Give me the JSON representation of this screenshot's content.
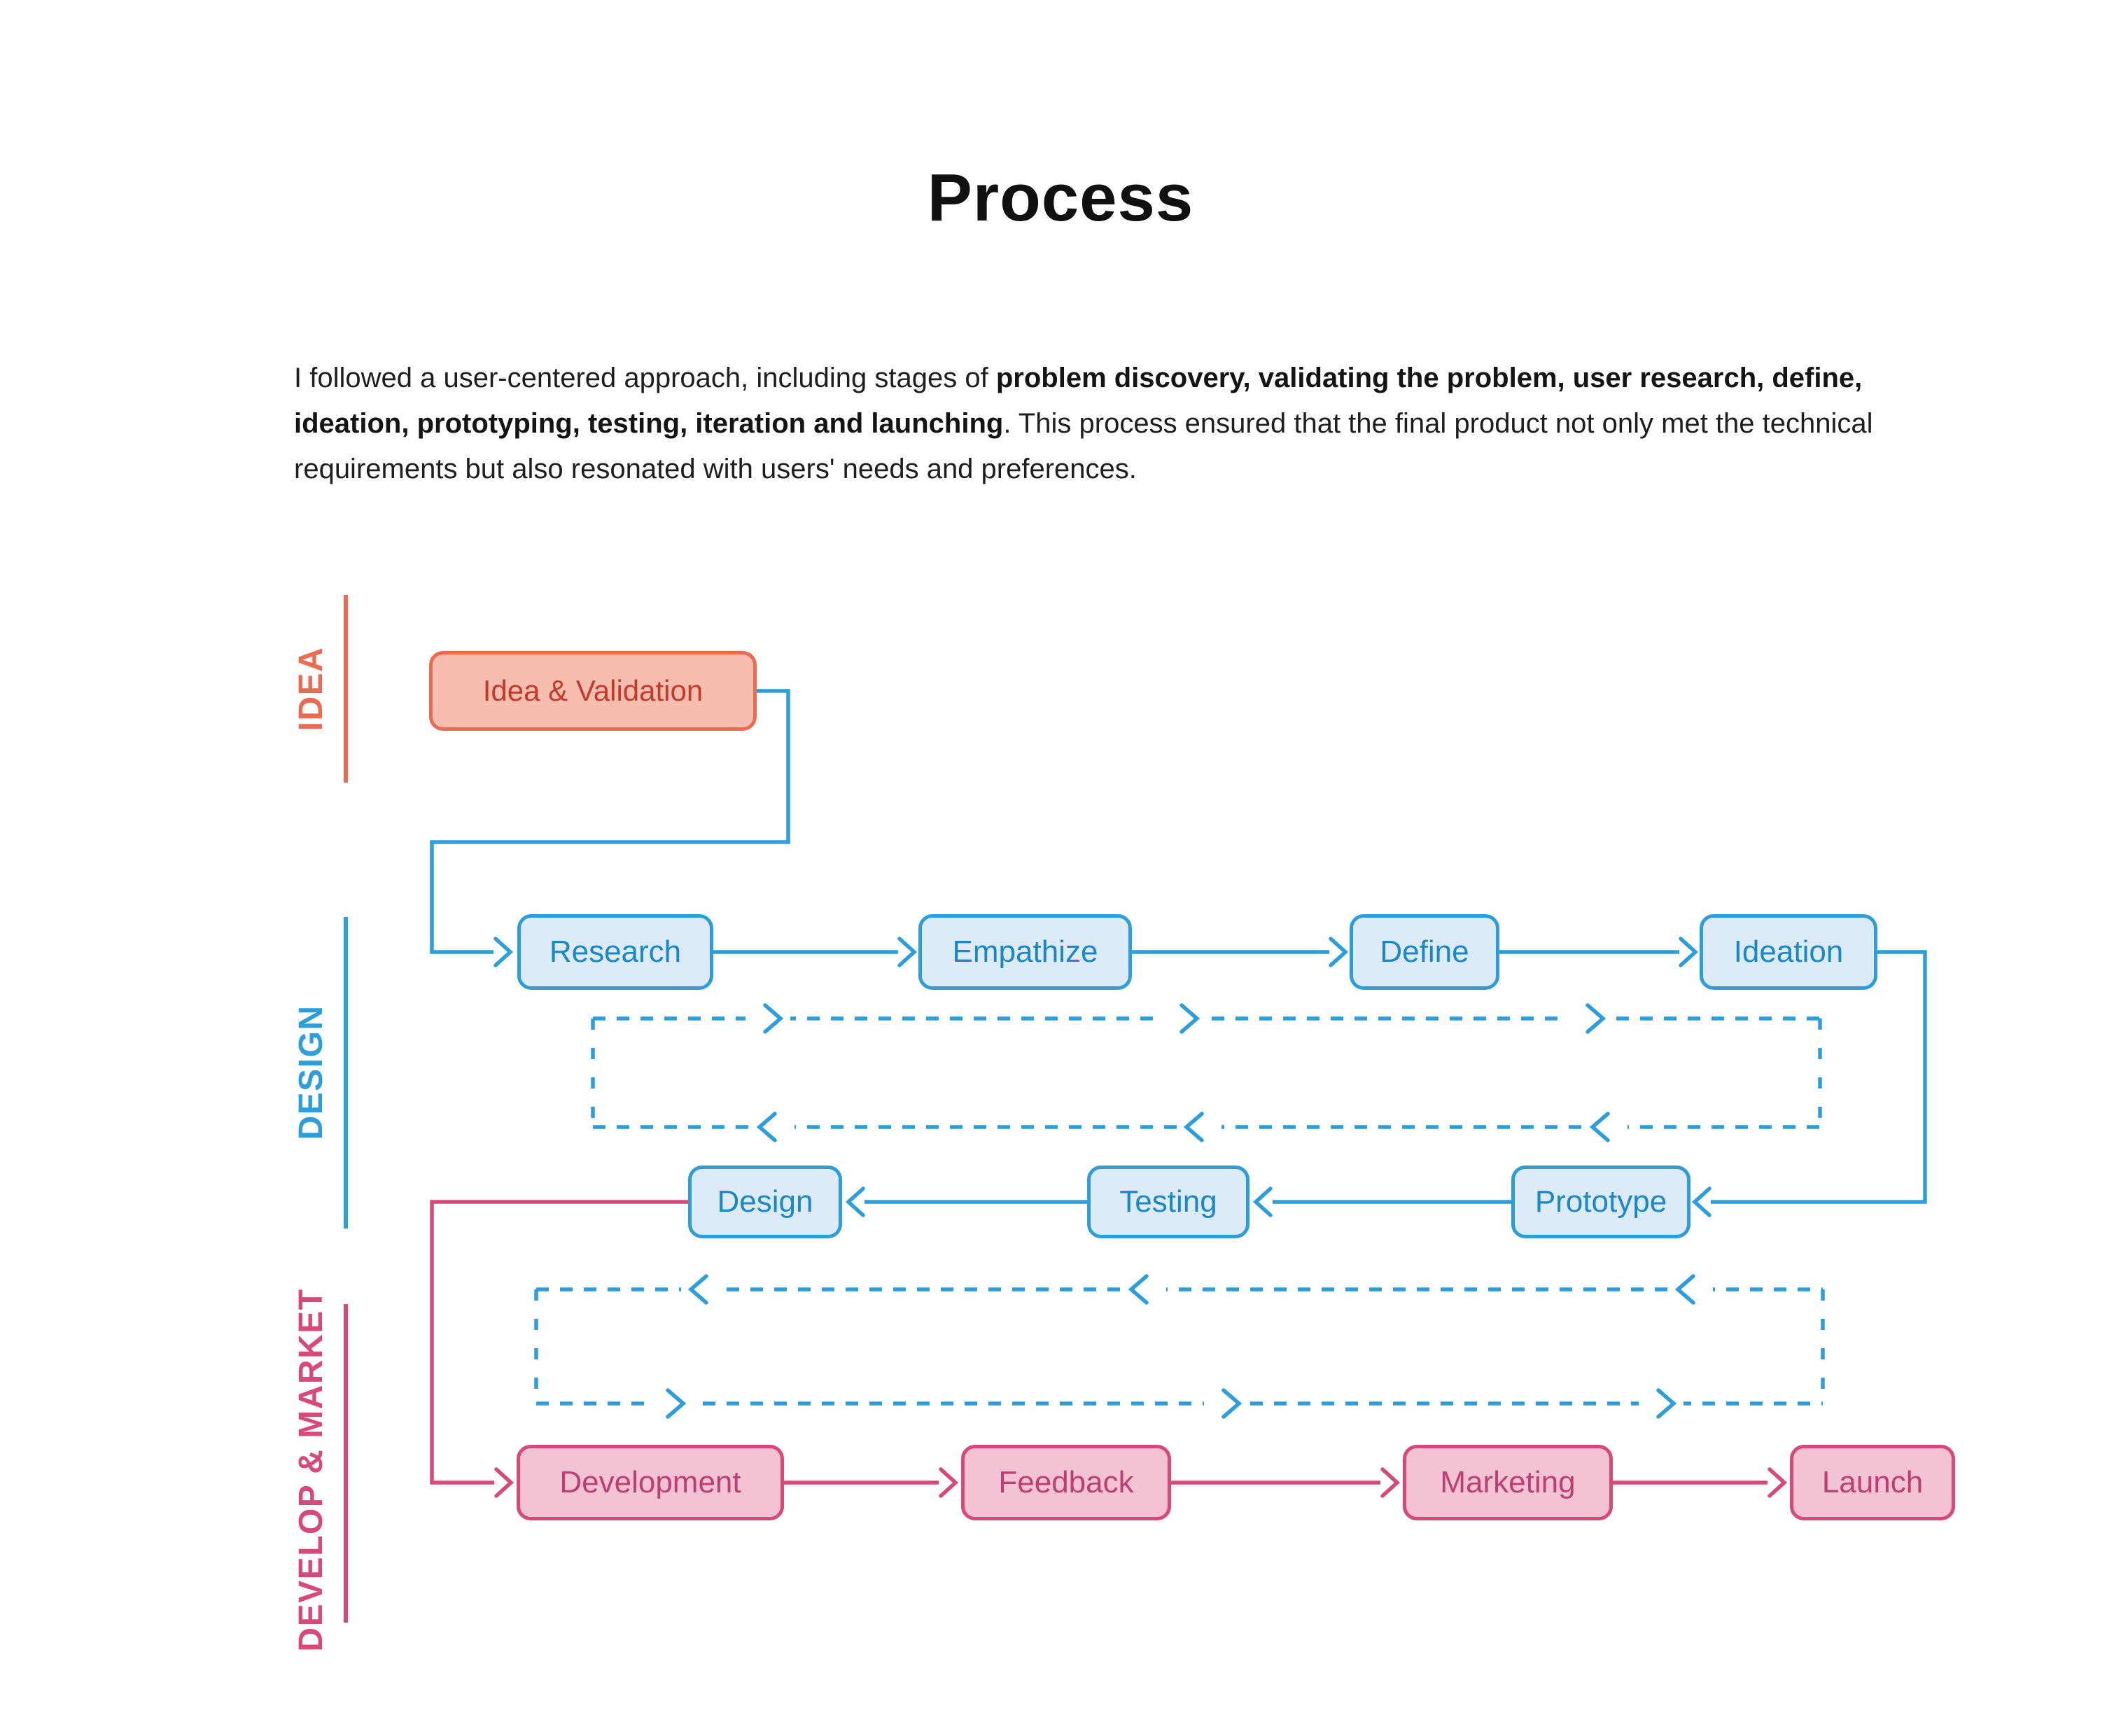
{
  "title": "Process",
  "intro": {
    "pre": "I followed a user-centered approach, including stages of ",
    "bold": "problem discovery, validating the problem, user research, define, ideation, prototyping, testing, iteration and launching",
    "post": ". This process ensured that the final product not only met the technical requirements but also resonated with users' needs and preferences."
  },
  "sections": {
    "idea": {
      "label": "IDEA"
    },
    "design": {
      "label": "DESIGN"
    },
    "develop": {
      "label": "DEVELOP & MARKET"
    }
  },
  "nodes": {
    "idea_validation": "Idea & Validation",
    "research": "Research",
    "empathize": "Empathize",
    "define": "Define",
    "ideation": "Ideation",
    "design": "Design",
    "testing": "Testing",
    "prototype": "Prototype",
    "development": "Development",
    "feedback": "Feedback",
    "marketing": "Marketing",
    "launch": "Launch"
  },
  "colors": {
    "red_line": "#EC6A52",
    "red_fill": "#F7BDAF",
    "red_text": "#C23B2A",
    "blue_line": "#2E9EDB",
    "blue_fill": "#DCEBF7",
    "blue_text": "#1A87C7",
    "pink_line": "#D8497B",
    "pink_fill": "#F3C3D4",
    "pink_text": "#BE3F6F",
    "title_text": "#101010",
    "body_text": "#1E1E1E"
  }
}
